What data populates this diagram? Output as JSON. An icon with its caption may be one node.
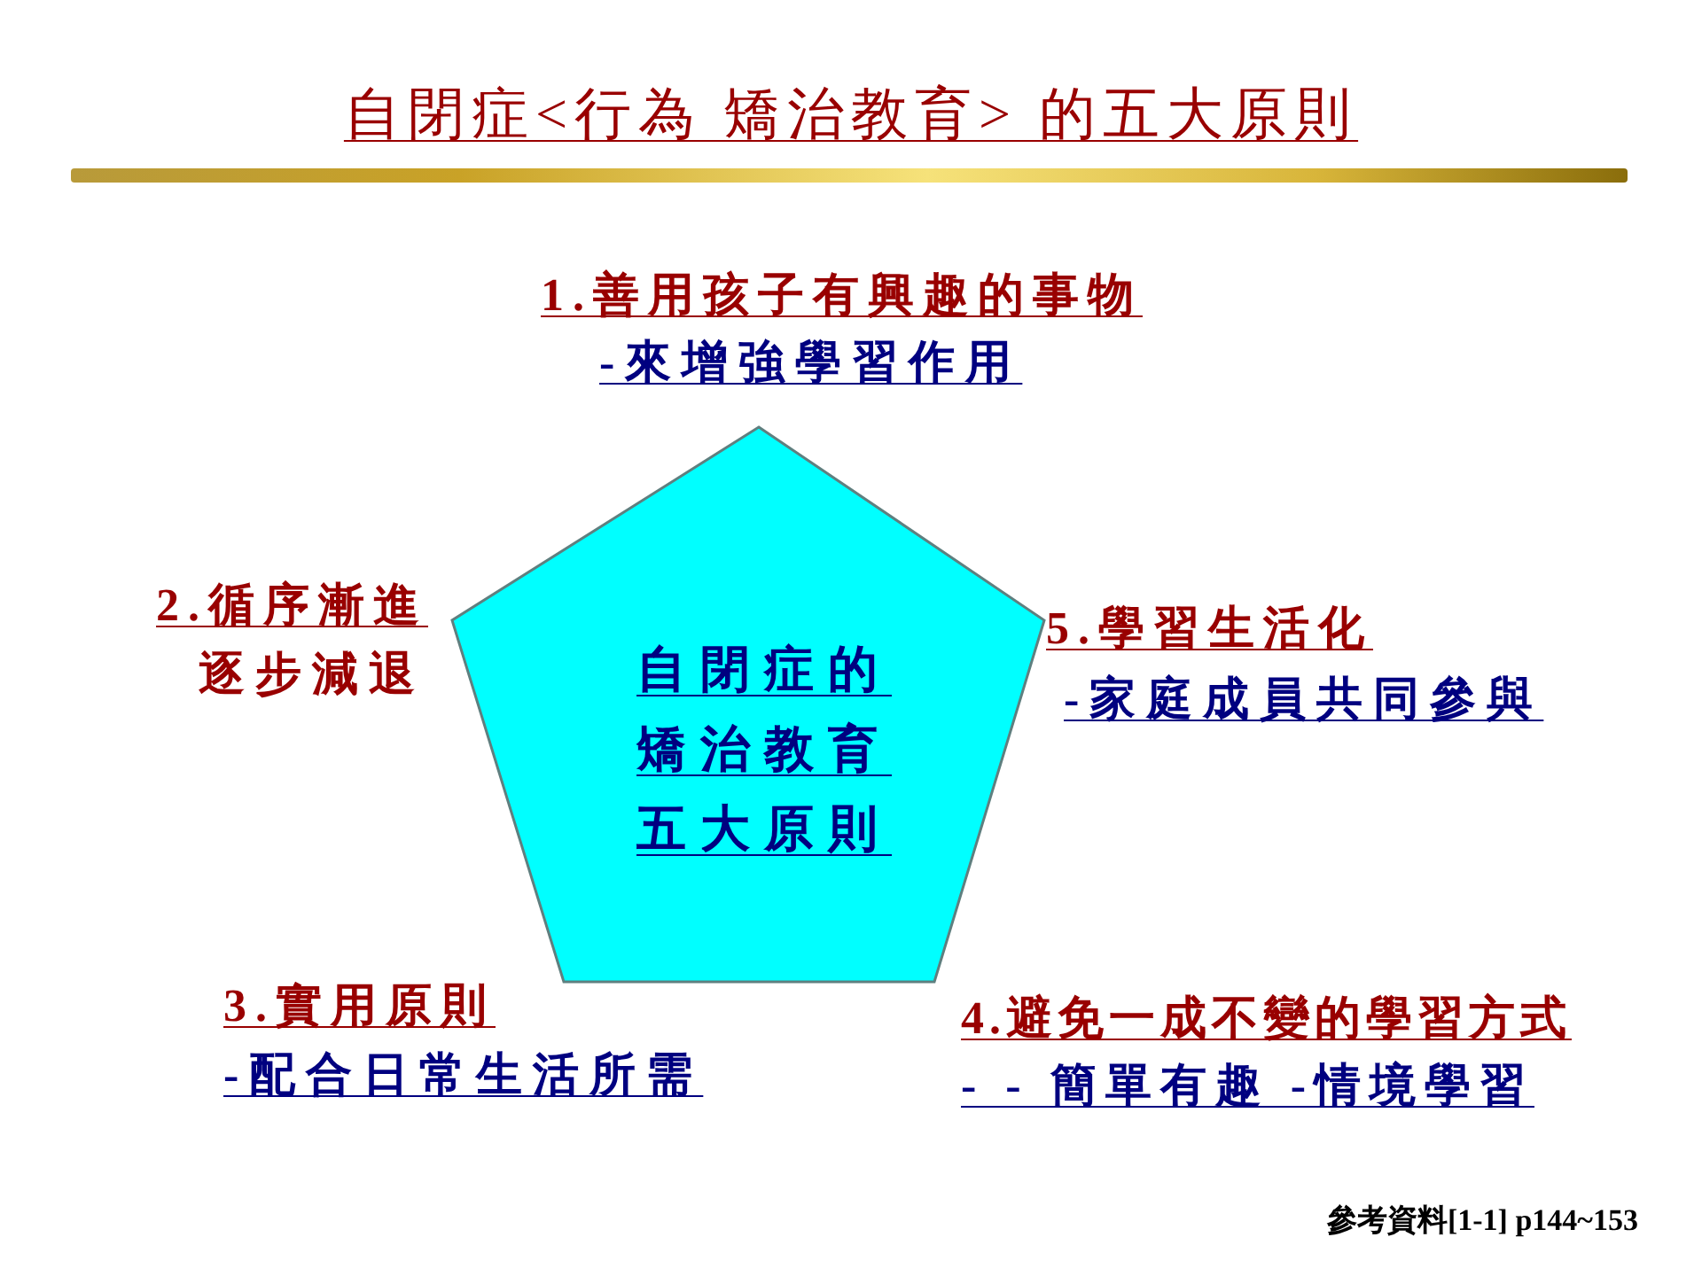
{
  "diagram": {
    "title": "自閉症<行為 矯治教育> 的五大原則",
    "nodes": [
      {
        "text": [
          "自閉症的矯治教育五大原則"
        ]
      }
    ],
    "labels": [
      "1.善用孩子有興趣的事物",
      "-來增強學習作用",
      "2.循序漸進",
      "逐步減退",
      "5.學習生活化",
      "-家庭成員共同參與",
      "3.實用原則",
      "-配合日常生活所需",
      "4.避免一成不變的學習方式",
      "- - 簡單有趣 -情境學習",
      "參考資料[1-1] p144~153"
    ]
  }
}
